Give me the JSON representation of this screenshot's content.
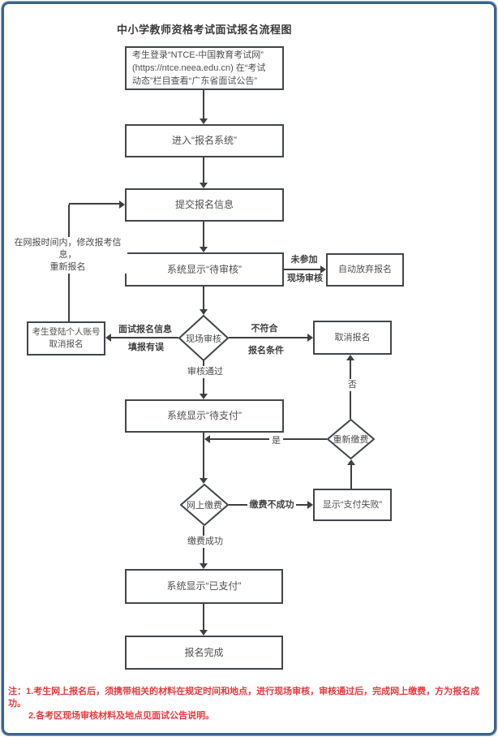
{
  "title": "中小学教师资格考试面试报名流程图",
  "nodes": {
    "login": "考生登录“NTCE-中国教育考试网”\n(https://ntce.neea.edu.cn) 在“考试\n动态”栏目查看“广东省面试公告”",
    "enter": "进入“报名系统”",
    "submit": "提交报名信息",
    "pending_review": "系统显示“待审核”",
    "auto_abandon": "自动放弃报名",
    "cancel_account": "考生登陆个人账号\n取消报名",
    "onsite_review": "现场审核",
    "cancel": "取消报名",
    "pending_pay": "系统显示“待支付”",
    "repay": "重新缴费",
    "online_pay": "网上缴费",
    "pay_fail": "显示“支付失败”",
    "paid": "系统显示“已支付”",
    "complete": "报名完成"
  },
  "labels": {
    "modify": "在网报时间内，修改报考信息，\n重新报名",
    "not_attend_1": "未参加",
    "not_attend_2": "现场审核",
    "wrong_info_1": "面试报名信息",
    "wrong_info_2": "填报有误",
    "not_meet_1": "不符合",
    "not_meet_2": "报名条件",
    "review_pass": "审核通过",
    "no": "否",
    "yes": "是",
    "pay_fail": "缴费不成功",
    "pay_success": "缴费成功"
  },
  "note": {
    "line1": "注：1.考生网上报名后，须携带相关的材料在规定时间和地点，进行现场审核，审核通过后，完成网上缴费，方为报名成功。",
    "line2": "2.各考区现场审核材料及地点见面试公告说明。"
  },
  "colors": {
    "frame_blue": "#3A648F",
    "line_gray": "#3F3F3F",
    "note_red": "#E83A3E"
  }
}
